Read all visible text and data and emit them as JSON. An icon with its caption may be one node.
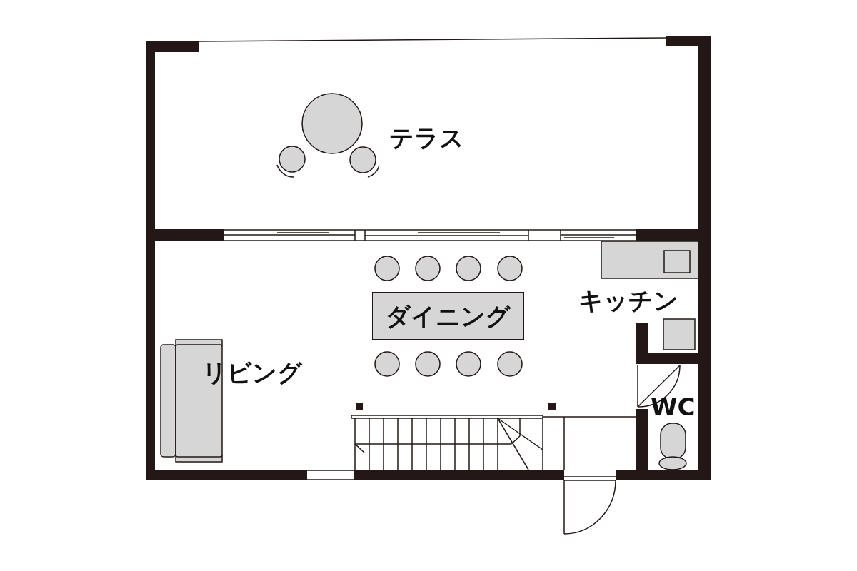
{
  "diagram": {
    "nodes": [
      {
        "text": [
          "ダイニング"
        ]
      }
    ],
    "labels": [
      "テラス",
      "キッチン",
      "リビング",
      "WC"
    ]
  }
}
